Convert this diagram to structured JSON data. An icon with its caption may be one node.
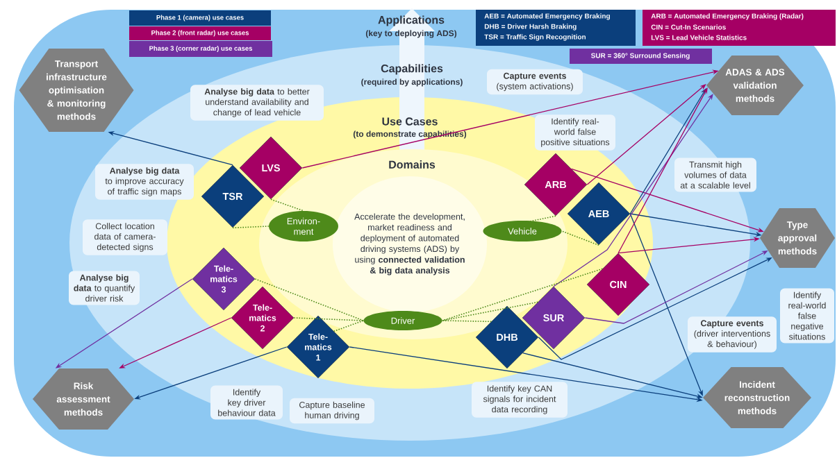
{
  "diagram": {
    "nodes": [
      {
        "text": [
          "Accelerate the development, market readiness and deployment of automated driving systems (ADS) by using **connected validation & big data analysis**"
        ]
      },
      {
        "text": [
          "Transport infrastructure optimisation & monitoring methods"
        ]
      },
      {
        "text": [
          "ADAS & ADS validation methods"
        ]
      },
      {
        "text": [
          "Type approval methods"
        ]
      },
      {
        "text": [
          "Risk assessment methods"
        ]
      },
      {
        "text": [
          "Incident reconstruction methods"
        ]
      },
      {
        "text": [
          "LVS"
        ]
      },
      {
        "text": [
          "TSR"
        ]
      },
      {
        "text": [
          "ARB"
        ]
      },
      {
        "text": [
          "AEB"
        ]
      },
      {
        "text": [
          "Tele-matics 3"
        ]
      },
      {
        "text": [
          "Tele-matics 2"
        ]
      },
      {
        "text": [
          "Tele-matics 1"
        ]
      },
      {
        "text": [
          "SUR"
        ]
      },
      {
        "text": [
          "CIN"
        ]
      },
      {
        "text": [
          "DHB"
        ]
      },
      {
        "text": [
          "Environ-ment"
        ]
      },
      {
        "text": [
          "Vehicle"
        ]
      },
      {
        "text": [
          "Driver"
        ]
      },
      {
        "text": [
          "**Analyse big data** to better understand availability and change of lead vehicle"
        ]
      },
      {
        "text": [
          "**Analyse big data** to improve accuracy of traffic sign maps"
        ]
      },
      {
        "text": [
          "Collect location data of camera-detected signs"
        ]
      },
      {
        "text": [
          "**Analyse big data** to quantify driver risk"
        ]
      },
      {
        "text": [
          "Identify key driver behaviour data"
        ]
      },
      {
        "text": [
          "Capture baseline human driving"
        ]
      },
      {
        "text": [
          "**Capture events** (system activations)"
        ]
      },
      {
        "text": [
          "Identify real-world false positive situations"
        ]
      },
      {
        "text": [
          "Transmit high volumes of data at a scalable level"
        ]
      },
      {
        "text": [
          "Identify real-world false negative situations"
        ]
      },
      {
        "text": [
          "**Capture events** (driver interventions & behaviour)"
        ]
      },
      {
        "text": [
          "Identify key CAN signals for incident data recording"
        ]
      }
    ],
    "edges": [
      {
        "from": 7,
        "to": 1,
        "arrow": "to",
        "color": "#0b3f7c"
      },
      {
        "from": 6,
        "to": 2,
        "arrow": "to",
        "color": "#a50064"
      },
      {
        "from": 8,
        "to": 2,
        "arrow": "to",
        "color": "#a50064"
      },
      {
        "from": 8,
        "to": 3,
        "arrow": "to",
        "color": "#a50064"
      },
      {
        "from": 9,
        "to": 2,
        "arrow": "to",
        "color": "#0b3f7c"
      },
      {
        "from": 9,
        "to": 3,
        "arrow": "to",
        "color": "#0b3f7c"
      },
      {
        "from": 9,
        "to": 5,
        "arrow": "to",
        "color": "#0b3f7c"
      },
      {
        "from": 13,
        "to": 2,
        "arrow": "to",
        "color": "#7030a0"
      },
      {
        "from": 13,
        "to": 3,
        "arrow": "to",
        "color": "#7030a0"
      },
      {
        "from": 14,
        "to": 2,
        "arrow": "to",
        "color": "#a50064"
      },
      {
        "from": 14,
        "to": 3,
        "arrow": "to",
        "color": "#a50064"
      },
      {
        "from": 15,
        "to": 3,
        "arrow": "to",
        "color": "#0b3f7c"
      },
      {
        "from": 15,
        "to": 5,
        "arrow": "to",
        "color": "#0b3f7c"
      },
      {
        "from": 12,
        "to": 5,
        "arrow": "to",
        "color": "#0b3f7c"
      },
      {
        "from": 12,
        "to": 4,
        "arrow": "to",
        "color": "#0b3f7c"
      },
      {
        "from": 11,
        "to": 4,
        "arrow": "to",
        "color": "#a50064"
      },
      {
        "from": 10,
        "to": 4,
        "arrow": "to",
        "color": "#7030a0"
      },
      {
        "from": 6,
        "to": 16,
        "arrow": "none",
        "style": "dashed",
        "color": "#4e8a1a"
      },
      {
        "from": 7,
        "to": 16,
        "arrow": "none",
        "style": "dashed",
        "color": "#4e8a1a"
      },
      {
        "from": 8,
        "to": 17,
        "arrow": "none",
        "style": "dashed",
        "color": "#4e8a1a"
      },
      {
        "from": 9,
        "to": 17,
        "arrow": "none",
        "style": "dashed",
        "color": "#4e8a1a"
      },
      {
        "from": 10,
        "to": 18,
        "arrow": "none",
        "style": "dashed",
        "color": "#4e8a1a"
      },
      {
        "from": 11,
        "to": 18,
        "arrow": "none",
        "style": "dashed",
        "color": "#4e8a1a"
      },
      {
        "from": 12,
        "to": 18,
        "arrow": "none",
        "style": "dashed",
        "color": "#4e8a1a"
      },
      {
        "from": 13,
        "to": 18,
        "arrow": "none",
        "style": "dashed",
        "color": "#4e8a1a"
      },
      {
        "from": 14,
        "to": 18,
        "arrow": "none",
        "style": "dashed",
        "color": "#4e8a1a"
      },
      {
        "from": 15,
        "to": 18,
        "arrow": "none",
        "style": "dashed",
        "color": "#4e8a1a"
      }
    ],
    "labels": [
      "Applications",
      "(key to deploying ADS)",
      "AEB = Automated Emergency Braking",
      "DHB = Driver Harsh Braking",
      "TSR = Traffic Sign Recognition",
      "ARB = Automated Emergency Braking (Radar)",
      "CIN = Cut-In Scenarios",
      "LVS = Lead Vehicle Statistics",
      "SUR = 360° Surround Sensing",
      "Capabilities",
      "(required by applications)",
      "Use Cases",
      "(to demonstrate capabilities)",
      "Domains"
    ],
    "legend": [
      {
        "text": "Phase 1 (camera) use cases",
        "color": "#0b3f7c"
      },
      {
        "text": "Phase 2 (front radar) use cases",
        "color": "#a50064"
      },
      {
        "text": "Phase 3 (corner radar) use cases",
        "color": "#7030a0"
      }
    ]
  }
}
